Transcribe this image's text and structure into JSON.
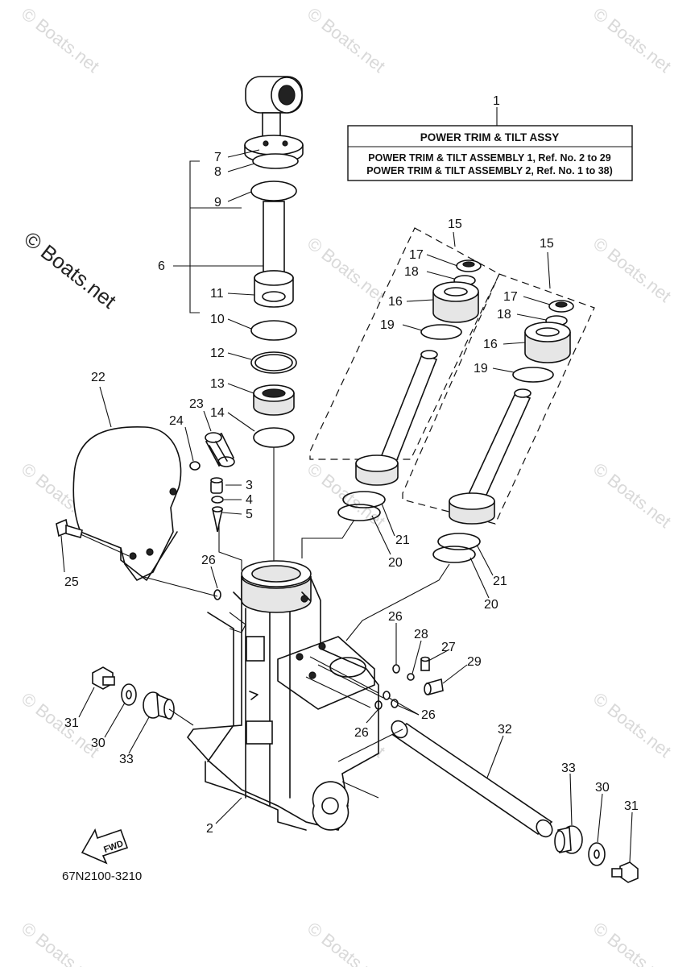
{
  "watermark": {
    "text": "© Boats.net",
    "main_text": "© Boats.net"
  },
  "assembly_box": {
    "title": "POWER TRIM &  TILT ASSY",
    "line1": "POWER TRIM & TILT ASSEMBLY 1, Ref. No. 2 to 29",
    "line2": "POWER TRIM & TILT ASSEMBLY 2, Ref. No. 1 to 38)"
  },
  "fwd_label": "FWD",
  "diagram_code": "67N2100-3210",
  "callouts": {
    "c1": "1",
    "c2": "2",
    "c3": "3",
    "c4": "4",
    "c5": "5",
    "c6": "6",
    "c7": "7",
    "c8": "8",
    "c9": "9",
    "c10": "10",
    "c11": "11",
    "c12": "12",
    "c13": "13",
    "c14": "14",
    "c15a": "15",
    "c15b": "15",
    "c16a": "16",
    "c16b": "16",
    "c17a": "17",
    "c17b": "17",
    "c18a": "18",
    "c18b": "18",
    "c19a": "19",
    "c19b": "19",
    "c20a": "20",
    "c20b": "20",
    "c21a": "21",
    "c21b": "21",
    "c22": "22",
    "c23": "23",
    "c24": "24",
    "c25": "25",
    "c26a": "26",
    "c26b": "26",
    "c26c": "26",
    "c26d": "26",
    "c27": "27",
    "c28": "28",
    "c29": "29",
    "c30a": "30",
    "c30b": "30",
    "c31a": "31",
    "c31b": "31",
    "c32": "32",
    "c33a": "33",
    "c33b": "33"
  }
}
